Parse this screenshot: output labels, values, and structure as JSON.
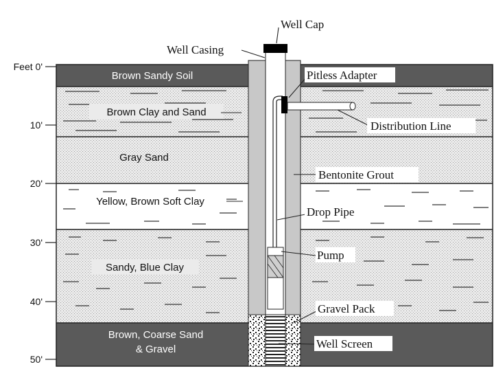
{
  "depth_axis": {
    "ticks": [
      "Feet 0'",
      "10'",
      "20'",
      "30'",
      "40'",
      "50'"
    ]
  },
  "layers": [
    {
      "label": "Brown Sandy Soil",
      "texture": "dark"
    },
    {
      "label": "Brown Clay and Sand",
      "texture": "stipple-dashes"
    },
    {
      "label": "Gray Sand",
      "texture": "stipple"
    },
    {
      "label": "Yellow, Brown Soft Clay",
      "texture": "dashes"
    },
    {
      "label": "Sandy, Blue Clay",
      "texture": "stipple-dashes"
    },
    {
      "label": "Brown, Coarse Sand",
      "label_line2": "& Gravel",
      "texture": "dark"
    }
  ],
  "well_parts": {
    "well_cap": "Well Cap",
    "well_casing": "Well Casing",
    "pitless_adapter": "Pitless Adapter",
    "distribution_line": "Distribution Line",
    "bentonite_grout": "Bentonite Grout",
    "drop_pipe": "Drop Pipe",
    "pump": "Pump",
    "gravel_pack": "Gravel Pack",
    "well_screen": "Well Screen"
  },
  "colors": {
    "dark_layer": "#5a5a5a",
    "grout": "#c8c8c8",
    "stipple_bg": "#e9e9e9"
  }
}
